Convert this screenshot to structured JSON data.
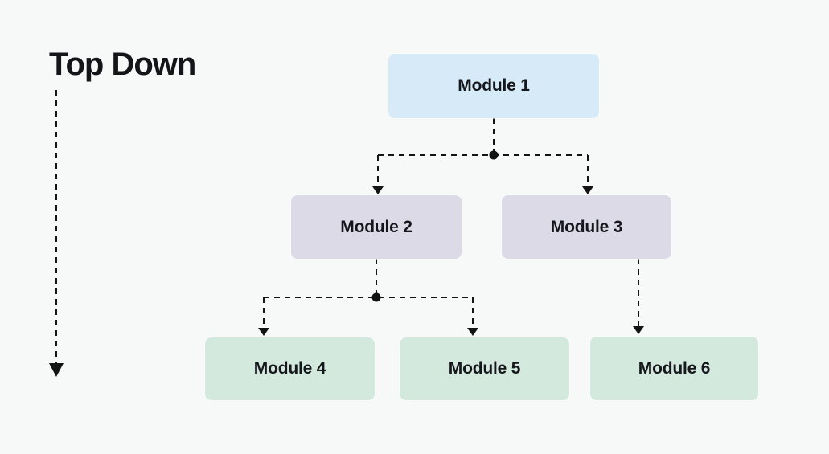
{
  "title": "Top Down",
  "direction_indicator": "top-down-arrow",
  "colors": {
    "background": "#f7f8f8",
    "level1_fill": "#d6ebf7",
    "level2_fill": "#dcdae7",
    "level3_fill": "#d4e9de",
    "text": "#15171c",
    "connector": "#141414"
  },
  "nodes": [
    {
      "id": "module-1",
      "label": "Module 1",
      "level": 1
    },
    {
      "id": "module-2",
      "label": "Module 2",
      "level": 2
    },
    {
      "id": "module-3",
      "label": "Module 3",
      "level": 2
    },
    {
      "id": "module-4",
      "label": "Module 4",
      "level": 3
    },
    {
      "id": "module-5",
      "label": "Module 5",
      "level": 3
    },
    {
      "id": "module-6",
      "label": "Module 6",
      "level": 3
    }
  ],
  "edges": [
    {
      "from": "Module 1",
      "to": "Module 2"
    },
    {
      "from": "Module 1",
      "to": "Module 3"
    },
    {
      "from": "Module 2",
      "to": "Module 4"
    },
    {
      "from": "Module 2",
      "to": "Module 5"
    },
    {
      "from": "Module 3",
      "to": "Module 6"
    }
  ]
}
